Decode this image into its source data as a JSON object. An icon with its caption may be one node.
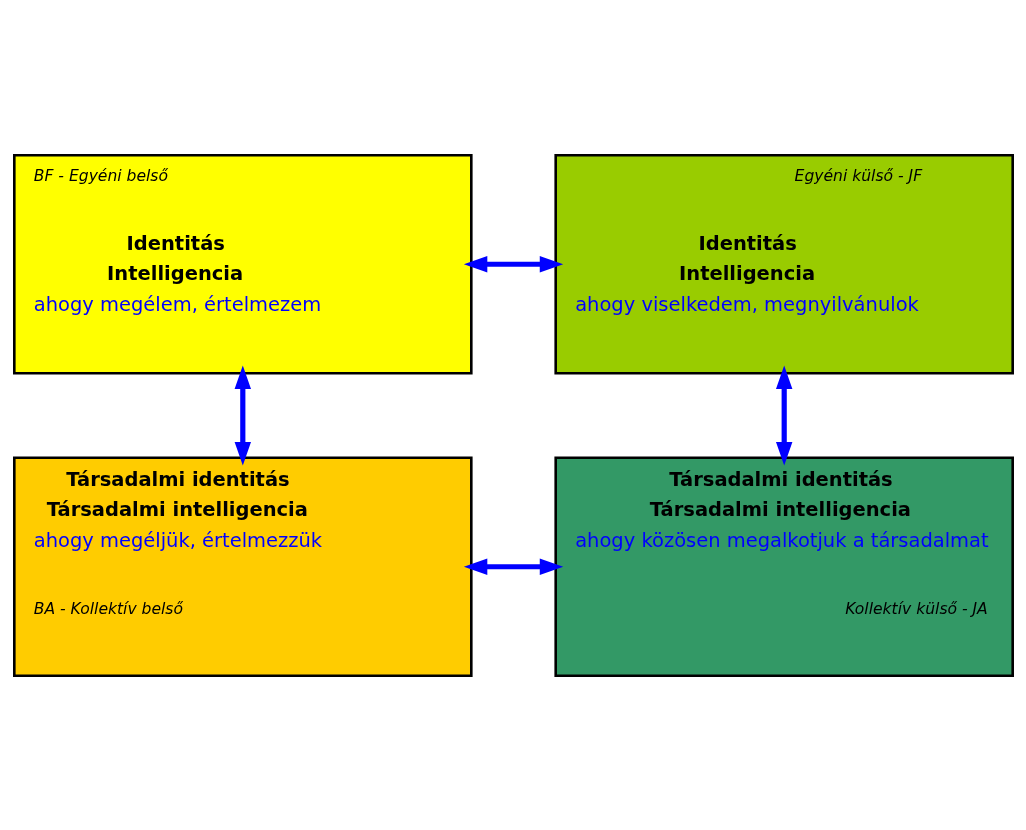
{
  "diagram": {
    "nodes": [
      {
        "text": [
          "BF - Egyéni belső",
          "Identitás",
          "Intelligencia",
          "ahogy megélem, értelmezem"
        ]
      },
      {
        "text": [
          "Egyéni külső - JF",
          "Identitás",
          "Intelligencia",
          "ahogy viselkedem, megnyilvánulok"
        ]
      },
      {
        "text": [
          "Társadalmi identitás",
          "Társadalmi intelligencia",
          "ahogy megéljük, értelmezzük",
          "BA - Kollektív belső"
        ]
      },
      {
        "text": [
          "Társadalmi identitás",
          "Társadalmi intelligencia",
          "ahogy közösen megalkotjuk a társadalmat",
          "Kollektív külső - JA"
        ]
      }
    ],
    "edges": [
      {
        "from": 0,
        "to": 1,
        "arrow": "both"
      },
      {
        "from": 0,
        "to": 2,
        "arrow": "both"
      },
      {
        "from": 1,
        "to": 3,
        "arrow": "both"
      },
      {
        "from": 2,
        "to": 3,
        "arrow": "both"
      }
    ]
  }
}
